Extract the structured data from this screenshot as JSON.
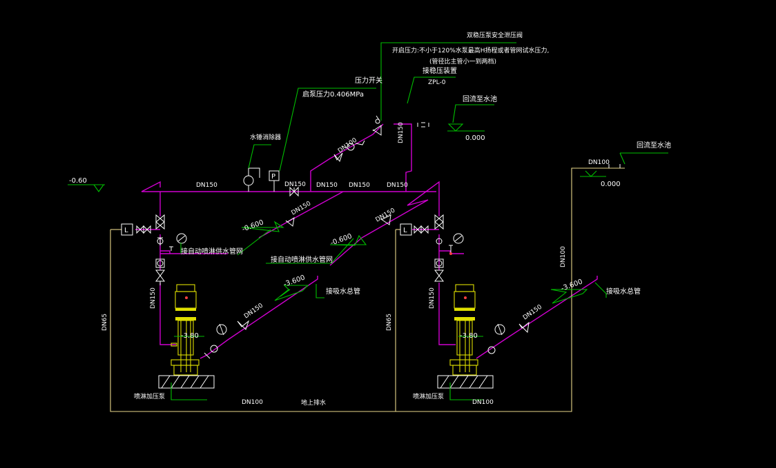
{
  "colors": {
    "background": "#000000",
    "pipe": "#d000d0",
    "leader": "#00c000",
    "drain": "#e8d88a",
    "pump": "#e0e000",
    "text": "#ffffff"
  },
  "labels": {
    "safety_valve_title": "双稳压泵安全泄压阀",
    "safety_valve_setting": "开启压力:不小于120%水泵最高H扬程或者管网试水压力,",
    "safety_valve_note": "(管径比主管小一到两档)",
    "stabilizer_label": "接稳压装置",
    "stabilizer_model": "ZPL-0",
    "return_pool_1": "回流至水池",
    "return_pool_2": "回流至水池",
    "level_0": "0.000",
    "level_0_b": "0.000",
    "pressure_switch_title": "压力开关",
    "pressure_switch_value": "启泵压力0.406MPa",
    "water_hammer": "水锤消除器",
    "pressure_switch_symbol": "P",
    "level_neg060": "-0.60",
    "level_neg0600_a": "-0.600",
    "level_neg0600_b": "-0.600",
    "level_neg3600_a": "-3.600",
    "level_neg3600_b": "-3.600",
    "level_neg380_a": "-3.80",
    "level_neg380_b": "-3.80",
    "to_sprinkler_a": "接自动喷淋供水管网",
    "to_sprinkler_b": "接自动喷淋供水管网",
    "suction_a": "接吸水总管",
    "suction_b": "接吸水总管",
    "pump_a": "喷淋加压泵",
    "pump_b": "喷淋加压泵",
    "ground_drain": "地上排水",
    "flow_switch_a": "L",
    "flow_switch_b": "L",
    "dn150_main": "DN150",
    "dn150_valve": "DN150",
    "dn150_b": "DN150",
    "dn150_c": "DN150",
    "dn150_d": "DN150",
    "dn150_riser": "DN150",
    "dn150_pump_a": "DN150",
    "dn150_pump_b": "DN150",
    "dn150_suct_a": "DN150",
    "dn150_suct_b": "DN150",
    "dn150_diag_a": "DN150",
    "dn150_diag_b": "DN150",
    "dn100_relief": "DN100",
    "dn100_return": "DN100",
    "dn100_bottom_a": "DN100",
    "dn100_bottom_b": "DN100",
    "dn100_vertical": "DN100",
    "dn65_a": "DN65",
    "dn65_b": "DN65"
  }
}
